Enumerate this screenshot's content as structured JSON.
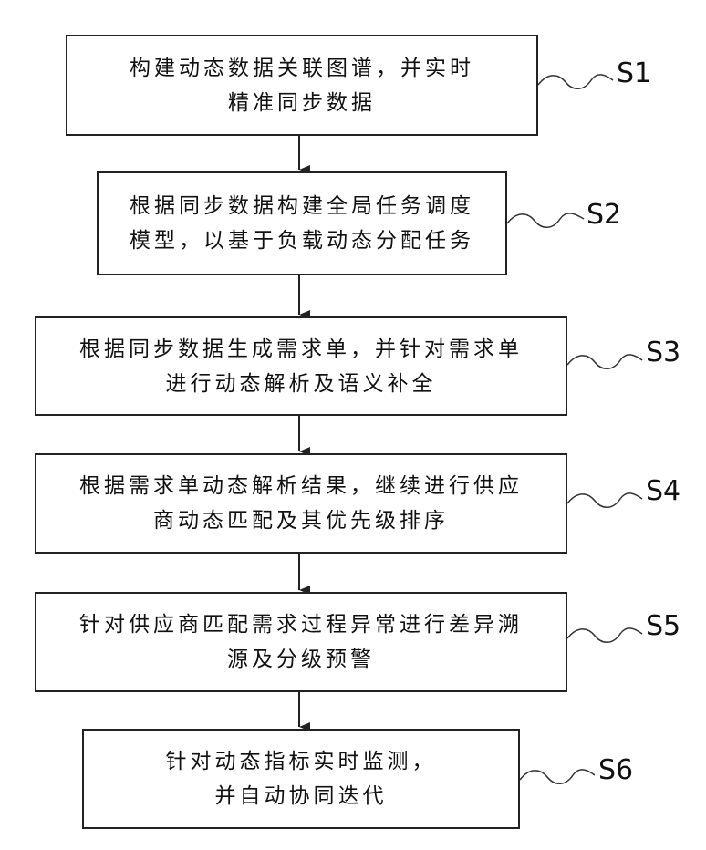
{
  "steps": [
    {
      "id": "S1",
      "lines": [
        "构建动态数据关联图谱，并实时",
        "精准同步数据"
      ]
    },
    {
      "id": "S2",
      "lines": [
        "根据同步数据构建全局任务调度",
        "模型，以基于负载动态分配任务"
      ]
    },
    {
      "id": "S3",
      "lines": [
        "根据同步数据生成需求单，并针对需求单",
        "进行动态解析及语义补全"
      ]
    },
    {
      "id": "S4",
      "lines": [
        "根据需求单动态解析结果，继续进行供应",
        "商动态匹配及其优先级排序"
      ]
    },
    {
      "id": "S5",
      "lines": [
        "针对供应商匹配需求过程异常进行差异溯",
        "源及分级预警"
      ]
    },
    {
      "id": "S6",
      "lines": [
        "针对动态指标实时监测，",
        "并自动协同迭代"
      ]
    }
  ]
}
